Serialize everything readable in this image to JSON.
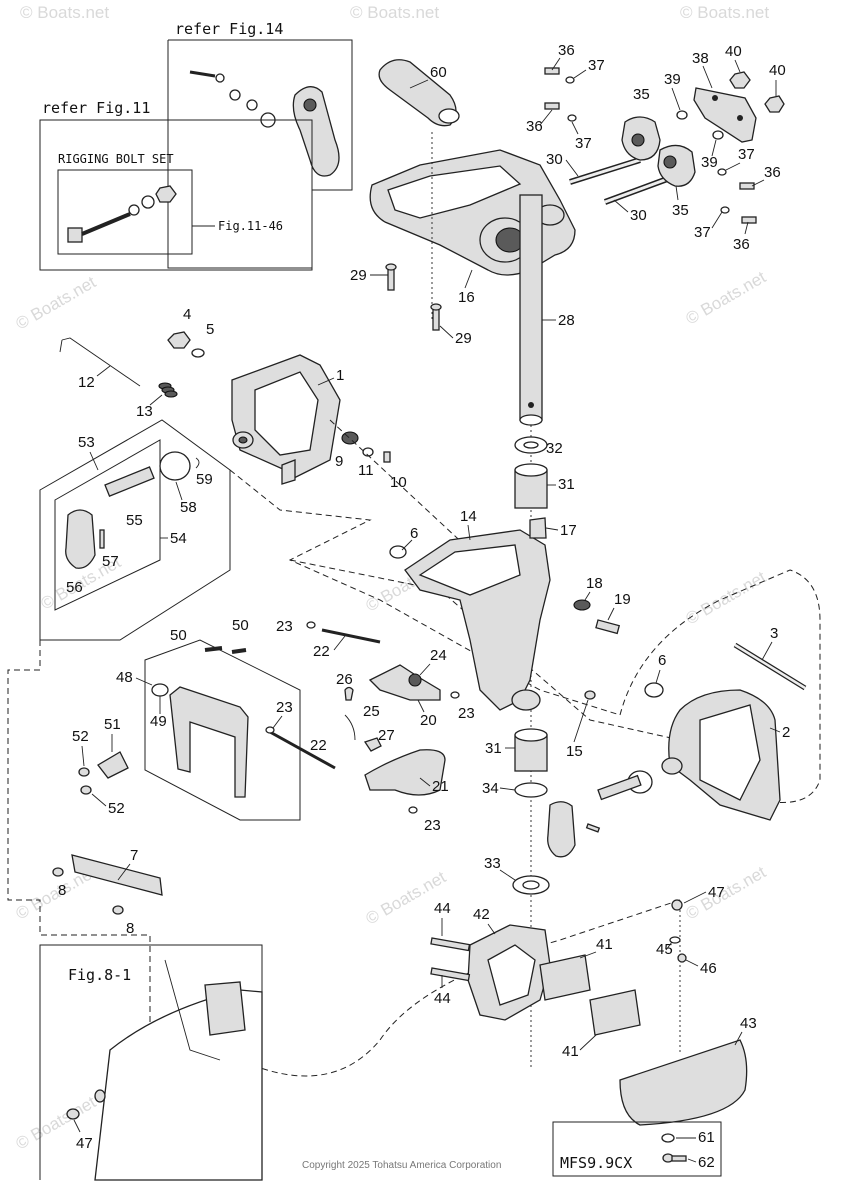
{
  "refs": {
    "fig14": "refer Fig.14",
    "fig11": "refer Fig.11",
    "rigging": "RIGGING BOLT SET",
    "fig1146": "Fig.11-46",
    "fig81": "Fig.8-1",
    "model": "MFS9.9CX"
  },
  "watermark": "© Boats.net",
  "copyright": "Copyright 2025 Tohatsu America Corporation",
  "callouts": {
    "c1": "1",
    "c2": "2",
    "c3": "3",
    "c4": "4",
    "c5": "5",
    "c6a": "6",
    "c6b": "6",
    "c7": "7",
    "c8a": "8",
    "c8b": "8",
    "c9": "9",
    "c10": "10",
    "c11": "11",
    "c12": "12",
    "c13": "13",
    "c14": "14",
    "c15": "15",
    "c16": "16",
    "c17": "17",
    "c18": "18",
    "c19": "19",
    "c20": "20",
    "c21": "21",
    "c22a": "22",
    "c22b": "22",
    "c23a": "23",
    "c23b": "23",
    "c23c": "23",
    "c23d": "23",
    "c24": "24",
    "c25": "25",
    "c26": "26",
    "c27": "27",
    "c28": "28",
    "c29a": "29",
    "c29b": "29",
    "c30a": "30",
    "c30b": "30",
    "c31a": "31",
    "c31b": "31",
    "c32": "32",
    "c33": "33",
    "c34": "34",
    "c35a": "35",
    "c35b": "35",
    "c36a": "36",
    "c36b": "36",
    "c36c": "36",
    "c36d": "36",
    "c37a": "37",
    "c37b": "37",
    "c37c": "37",
    "c37d": "37",
    "c38": "38",
    "c39a": "39",
    "c39b": "39",
    "c40a": "40",
    "c40b": "40",
    "c41a": "41",
    "c41b": "41",
    "c42": "42",
    "c43": "43",
    "c44a": "44",
    "c44b": "44",
    "c45": "45",
    "c46": "46",
    "c47a": "47",
    "c47b": "47",
    "c48": "48",
    "c49": "49",
    "c50a": "50",
    "c50b": "50",
    "c51": "51",
    "c52a": "52",
    "c52b": "52",
    "c53": "53",
    "c54": "54",
    "c55": "55",
    "c56": "56",
    "c57": "57",
    "c58": "58",
    "c59": "59",
    "c60": "60",
    "c61": "61",
    "c62": "62"
  }
}
